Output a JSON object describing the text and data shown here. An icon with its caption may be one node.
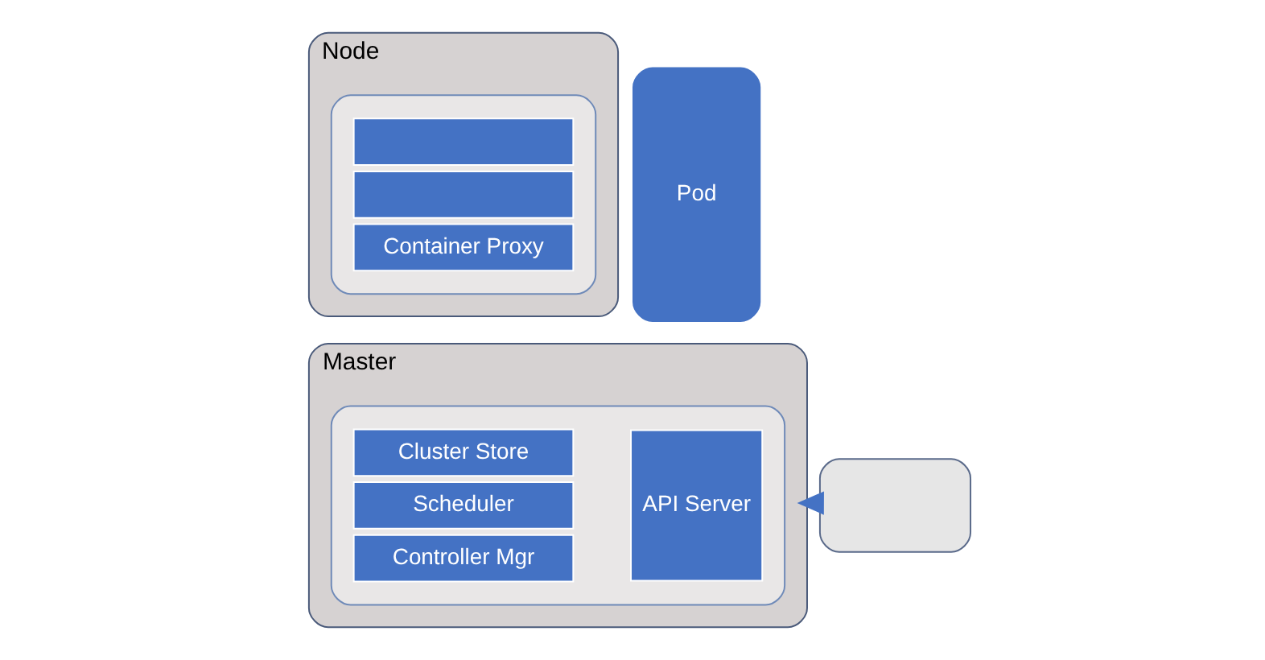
{
  "diagram": {
    "nodes": [
      {
        "text": [
          "Master"
        ]
      },
      {
        "text": [],
        "shape": "box",
        "in": 0
      },
      {
        "text": [
          "Cluster Store"
        ],
        "in": 1
      },
      {
        "text": [
          "Scheduler"
        ],
        "in": 1
      },
      {
        "text": [
          "Controller Mgr"
        ],
        "in": 1
      },
      {
        "text": [
          "API Server"
        ],
        "in": 1
      },
      {
        "text": [],
        "shape": "box"
      },
      {
        "text": [
          "Node"
        ]
      },
      {
        "text": [],
        "shape": "box",
        "in": 7
      },
      {
        "text": [],
        "shape": "box",
        "in": 8
      },
      {
        "text": [],
        "shape": "box",
        "in": 8
      },
      {
        "text": [
          "Container Proxy"
        ],
        "in": 8
      },
      {
        "text": [
          "Pod"
        ]
      }
    ],
    "edges": [
      {
        "from": 6,
        "to": 0,
        "arrow": "to"
      }
    ]
  }
}
